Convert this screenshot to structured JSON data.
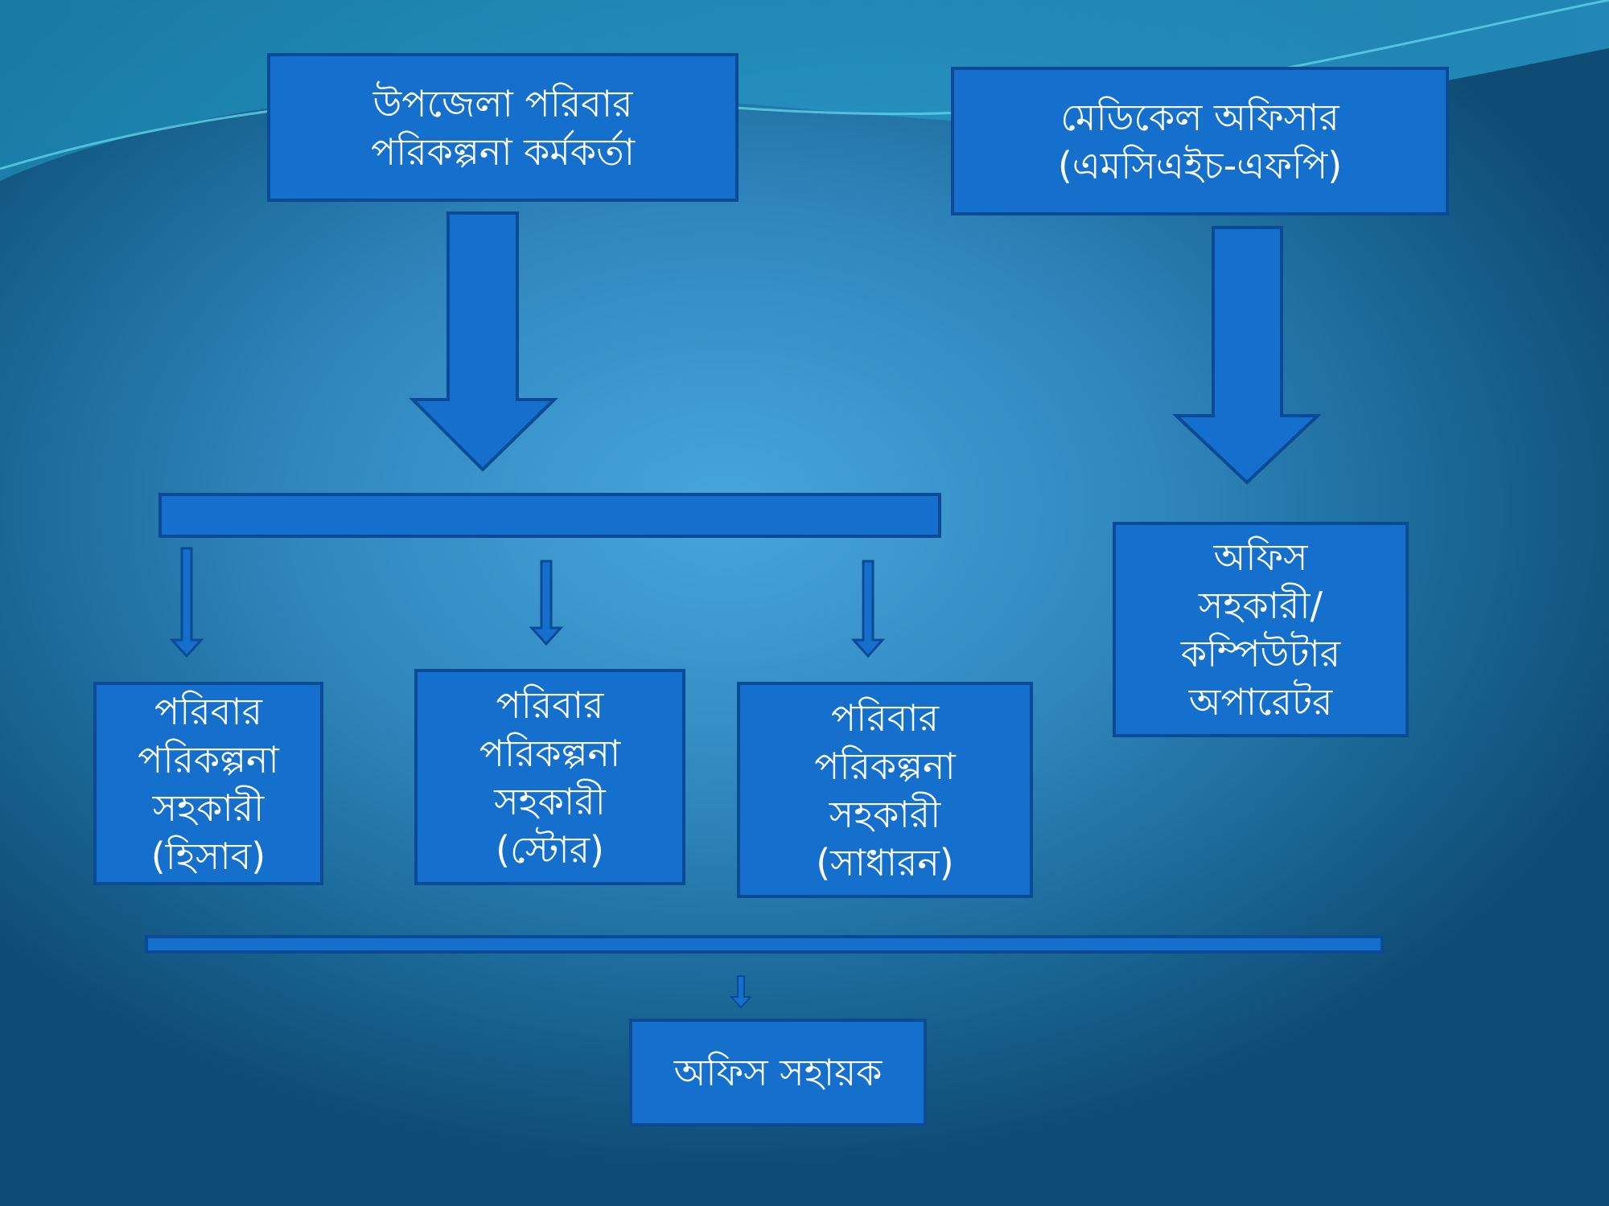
{
  "colors": {
    "box_fill": "#1470cc",
    "box_border": "#0b4a94",
    "text": "#ffffff"
  },
  "nodes": {
    "upazila_officer": "উপজেলা পরিবার\nপরিকল্পনা কর্মকর্তা",
    "medical_officer": "মেডিকেল অফিসার\n(এমসিএইচ-এফপি)",
    "fpa_accounts": "পরিবার\nপরিকল্পনা\nসহকারী\n(হিসাব)",
    "fpa_store": "পরিবার\nপরিকল্পনা\nসহকারী\n(স্টোর)",
    "fpa_general": "পরিবার\nপরিকল্পনা\nসহকারী\n(সাধারন)",
    "office_assistant_computer": "অফিস\nসহকারী/\nকম্পিউটার\nঅপারেটর",
    "office_helper": "অফিস সহায়ক"
  }
}
